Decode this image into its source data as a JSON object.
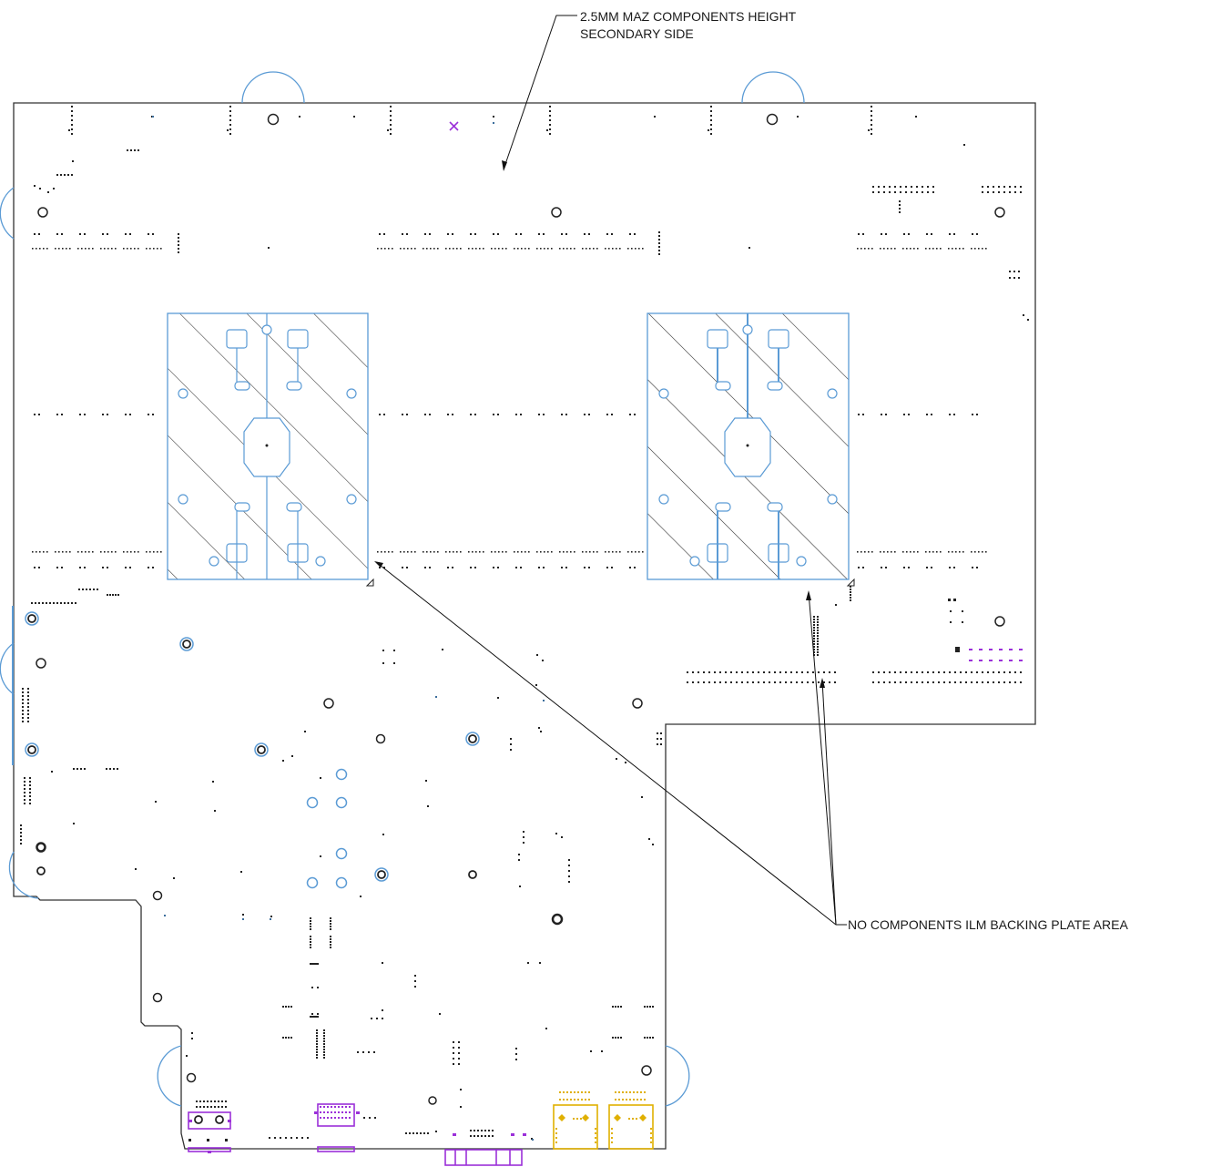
{
  "callouts": {
    "top_line1": "2.5MM MAZ COMPONENTS HEIGHT",
    "top_line2": "SECONDARY SIDE",
    "right": "NO COMPONENTS ILM BACKING PLATE AREA"
  },
  "colors": {
    "outline": "#333333",
    "keepout": "#5b9bd5",
    "hatch": "#2b2b2b",
    "mount_ring": "#5b9bd5",
    "purple_part": "#9b30d9",
    "yellow_part": "#e0b000",
    "pads": "#222222"
  }
}
